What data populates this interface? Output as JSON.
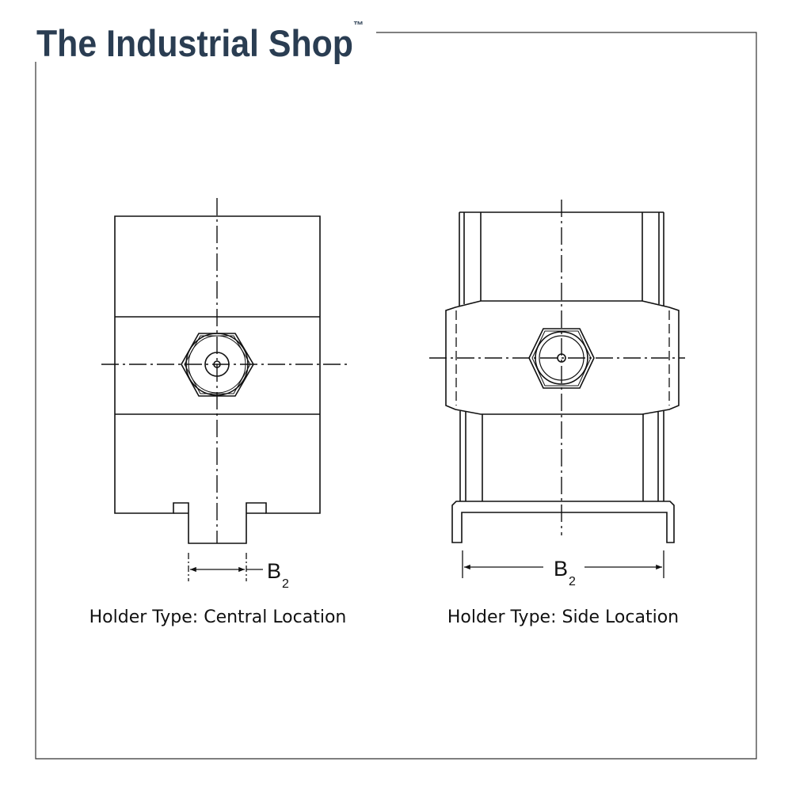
{
  "brand": {
    "name": "The Industrial Shop",
    "trademark": "™",
    "color": "#2a3d52"
  },
  "diagrams": [
    {
      "caption": "Holder Type: Central Location",
      "dimension_label": "B",
      "dimension_subscript": "2"
    },
    {
      "caption": "Holder Type: Side Location",
      "dimension_label": "B",
      "dimension_subscript": "2"
    }
  ]
}
